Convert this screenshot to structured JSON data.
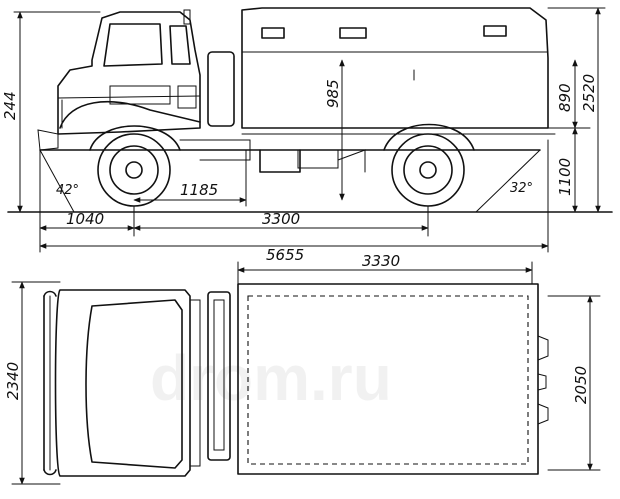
{
  "side_view": {
    "dim_cab_height": "244",
    "dim_upper_height": "985",
    "dim_canopy_height": "890",
    "dim_ground_clearance": "1100",
    "dim_overall_height": "2520",
    "dim_approach_angle": "42°",
    "dim_departure_angle": "32°",
    "dim_front_overhang": "1040",
    "dim_wheelbase": "3300",
    "dim_cab_offset": "1185",
    "dim_overall_length": "5655"
  },
  "top_view": {
    "dim_body_length": "3330",
    "dim_overall_width": "2340",
    "dim_body_width": "2050"
  },
  "watermark": "drom.ru"
}
